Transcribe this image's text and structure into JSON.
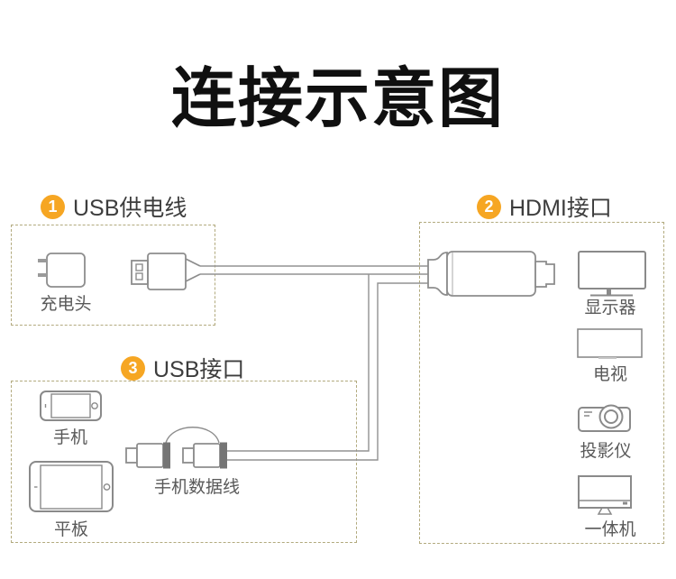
{
  "title": "连接示意图",
  "sections": [
    {
      "number": "1",
      "label": "USB供电线",
      "items": {
        "charger": "充电头"
      }
    },
    {
      "number": "2",
      "label": "HDMI接口",
      "items": {
        "monitor": "显示器",
        "tv": "电视",
        "projector": "投影仪",
        "all_in_one": "一体机"
      }
    },
    {
      "number": "3",
      "label": "USB接口",
      "items": {
        "phone": "手机",
        "tablet": "平板",
        "data_cable": "手机数据线"
      }
    }
  ],
  "colors": {
    "badge": "#F6A623",
    "badge_number": "#FFFFFF",
    "dashed_border": "#B2AA7E",
    "line_art": "#8D8D8D",
    "title_text": "#101010",
    "label_text": "#595959"
  },
  "icons": [
    "charger-icon",
    "usb-plug-icon",
    "hdmi-connector-icon",
    "two-in-one-usb-icon",
    "monitor-icon",
    "tv-icon",
    "projector-icon",
    "all-in-one-icon",
    "phone-icon",
    "tablet-icon"
  ]
}
